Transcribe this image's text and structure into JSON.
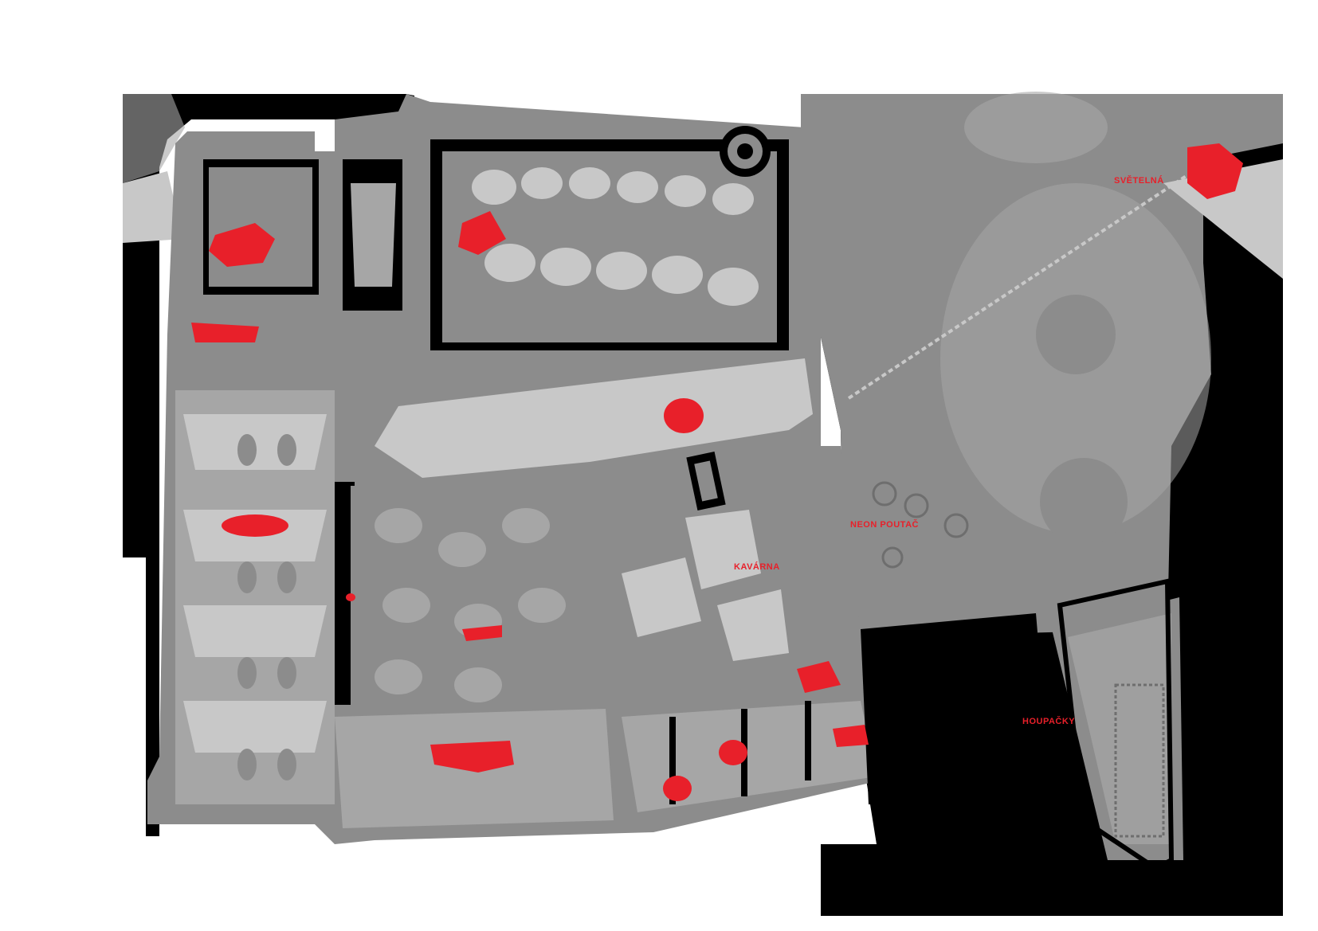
{
  "map": {
    "colors": {
      "background": "#ffffff",
      "dark": "#000000",
      "wall": "#8c8c8c",
      "mid_gray": "#a6a6a6",
      "light_gray": "#c8c8c8",
      "accent_red": "#e8202a"
    },
    "labels": {
      "svetelna": "SVĚTELNÁ",
      "neon": "NEON POUTAČ",
      "kavarna": "KAVÁRNA",
      "houpacky": "HOUPAČKY"
    }
  }
}
